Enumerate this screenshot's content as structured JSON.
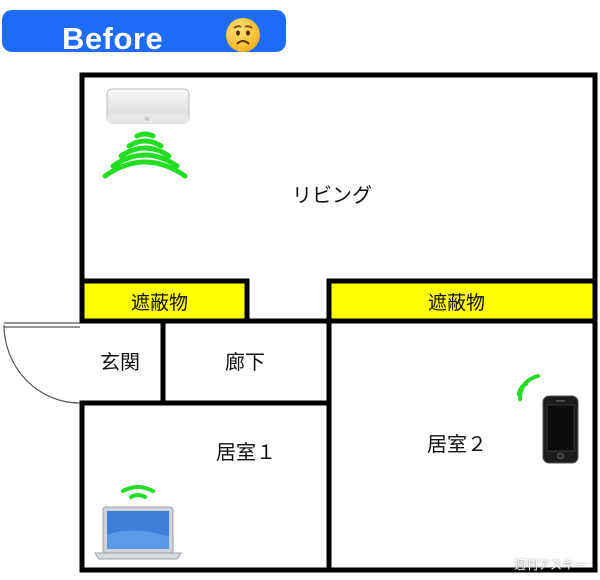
{
  "badge": {
    "title": "Before",
    "emoji_icon": "worried-face-icon",
    "bg_color": "#1e6cf5"
  },
  "rooms": {
    "living": "リビング",
    "entrance": "玄関",
    "hallway": "廊下",
    "room1": "居室１",
    "room2": "居室２"
  },
  "obstacles": {
    "left": "遮蔽物",
    "right": "遮蔽物",
    "color": "#ffff00"
  },
  "devices": {
    "router": "wifi-router-icon",
    "phone": "smartphone-icon",
    "laptop": "laptop-icon",
    "signal_color": "#22dd22"
  },
  "watermark": "週刊アスキー"
}
